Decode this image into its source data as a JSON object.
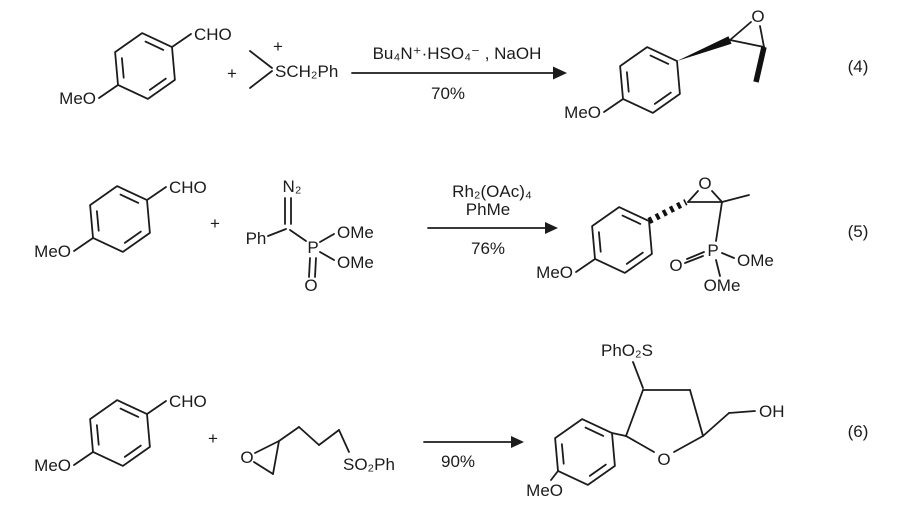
{
  "figure": {
    "background": "#ffffff",
    "ink": "#1c1c1c",
    "description_labels": {
      "aldehyde_cho": "CHO",
      "aldehyde_meo": "MeO"
    }
  },
  "reactions": [
    {
      "number": "(4)",
      "plus": "+",
      "aldehyde": {
        "cho": "CHO",
        "meo": "MeO"
      },
      "reagent": {
        "charge": "+",
        "formula": "SCH₂Ph"
      },
      "conditions": {
        "above": "Bu₄N⁺·HSO₄⁻ , NaOH",
        "yield": "70%"
      },
      "product": {
        "meo": "MeO",
        "epoxide_oxygen": "O"
      }
    },
    {
      "number": "(5)",
      "plus": "+",
      "aldehyde": {
        "cho": "CHO",
        "meo": "MeO"
      },
      "reagent": {
        "diazo": "N₂",
        "phenyl": "Ph",
        "phosphorus": "P",
        "ome_upper": "OMe",
        "ome_lower": "OMe",
        "oxo": "O"
      },
      "conditions": {
        "catalyst": "Rh₂(OAc)₄",
        "solvent": "PhMe",
        "yield": "76%"
      },
      "product": {
        "meo": "MeO",
        "epoxide_oxygen": "O",
        "phosphorus": "P",
        "oxo": "O",
        "ome_right": "OMe",
        "ome_lower": "OMe"
      }
    },
    {
      "number": "(6)",
      "plus": "+",
      "aldehyde": {
        "cho": "CHO",
        "meo": "MeO"
      },
      "reagent": {
        "epoxide_oxygen": "O",
        "sulfonyl": "SO₂Ph"
      },
      "conditions": {
        "yield": "90%"
      },
      "product": {
        "sulfonyl": "PhO₂S",
        "meo": "MeO",
        "ring_oxygen": "O",
        "hydroxyl": "OH"
      }
    }
  ]
}
